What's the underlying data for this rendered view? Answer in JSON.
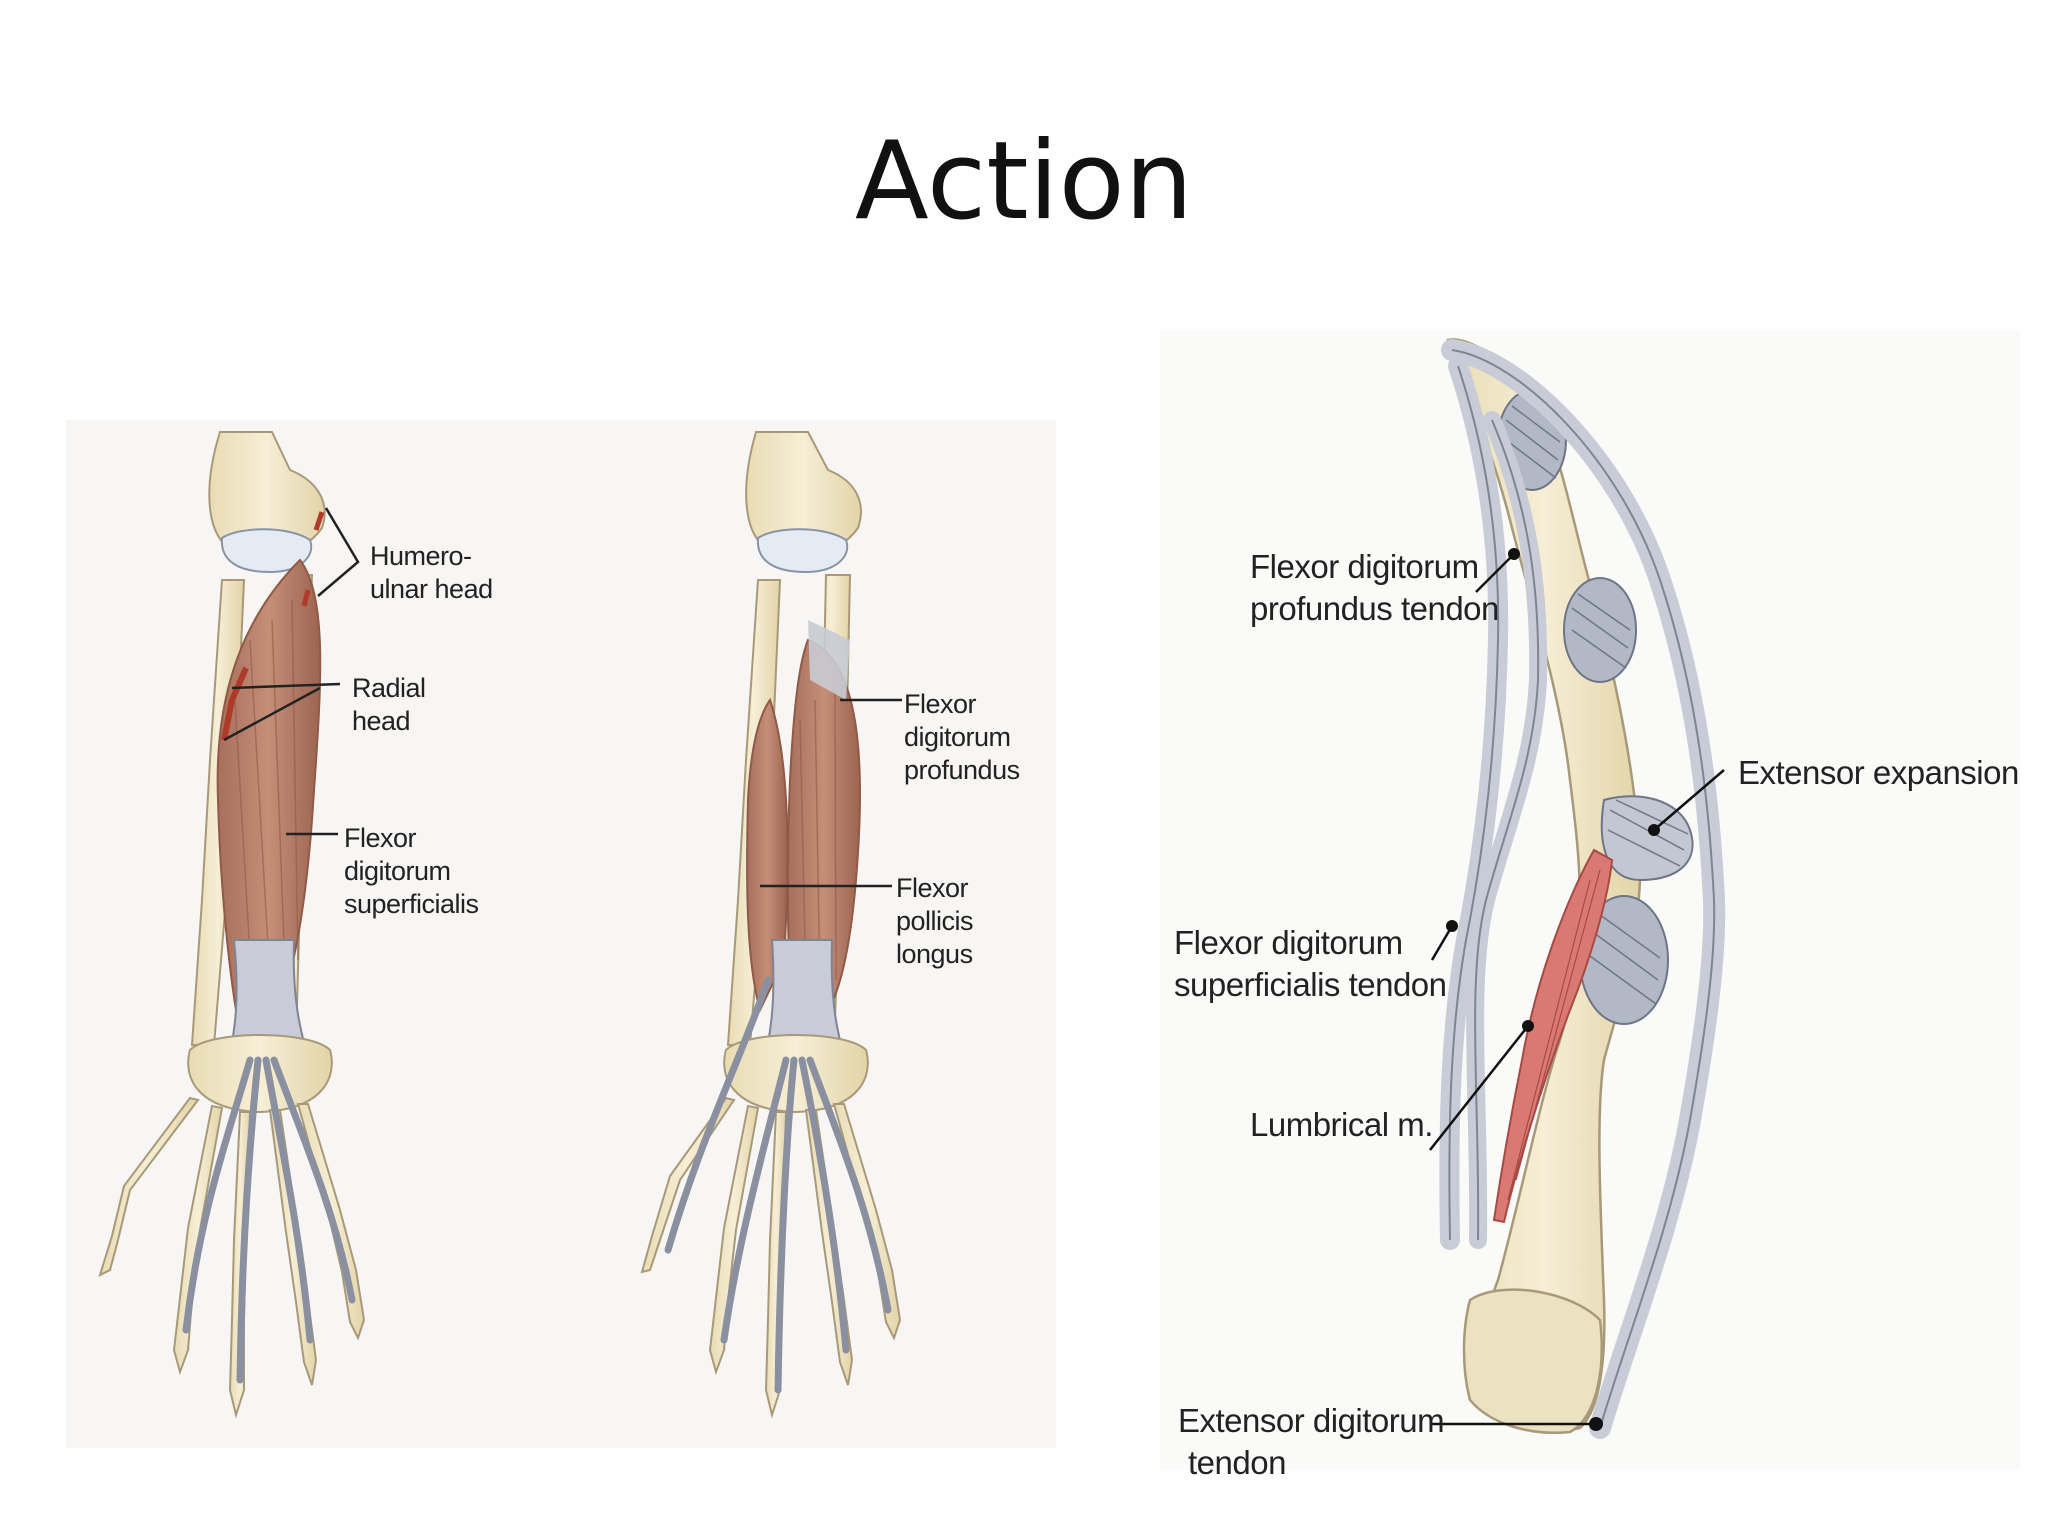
{
  "title": "Action",
  "figures": {
    "superficial": {
      "labels": [
        {
          "lines": [
            "Humero-",
            "ulnar head"
          ]
        },
        {
          "lines": [
            "Radial",
            "head"
          ]
        },
        {
          "lines": [
            "Flexor",
            "digitorum",
            "superficialis"
          ]
        }
      ]
    },
    "deep": {
      "labels": [
        {
          "lines": [
            "Flexor",
            "digitorum",
            "profundus"
          ]
        },
        {
          "lines": [
            "Flexor",
            "pollicis",
            "longus"
          ]
        }
      ]
    },
    "finger": {
      "labels": [
        {
          "lines": [
            "Flexor digitorum",
            "profundus tendon"
          ]
        },
        {
          "lines": [
            "Extensor expansion"
          ]
        },
        {
          "lines": [
            "Flexor digitorum",
            "superficialis tendon"
          ]
        },
        {
          "lines": [
            "Lumbrical m."
          ]
        },
        {
          "lines": [
            "Extensor digitorum",
            "tendon"
          ]
        }
      ]
    }
  },
  "colors": {
    "bone": "#f2e8c8",
    "bone_edge": "#a89a78",
    "muscle": "#b98068",
    "muscle_dark": "#8f5a47",
    "tendon": "#c9ccd6",
    "tendon_edge": "#7d8494",
    "lumbrical": "#d97a72",
    "origin": "#b03a2a"
  }
}
